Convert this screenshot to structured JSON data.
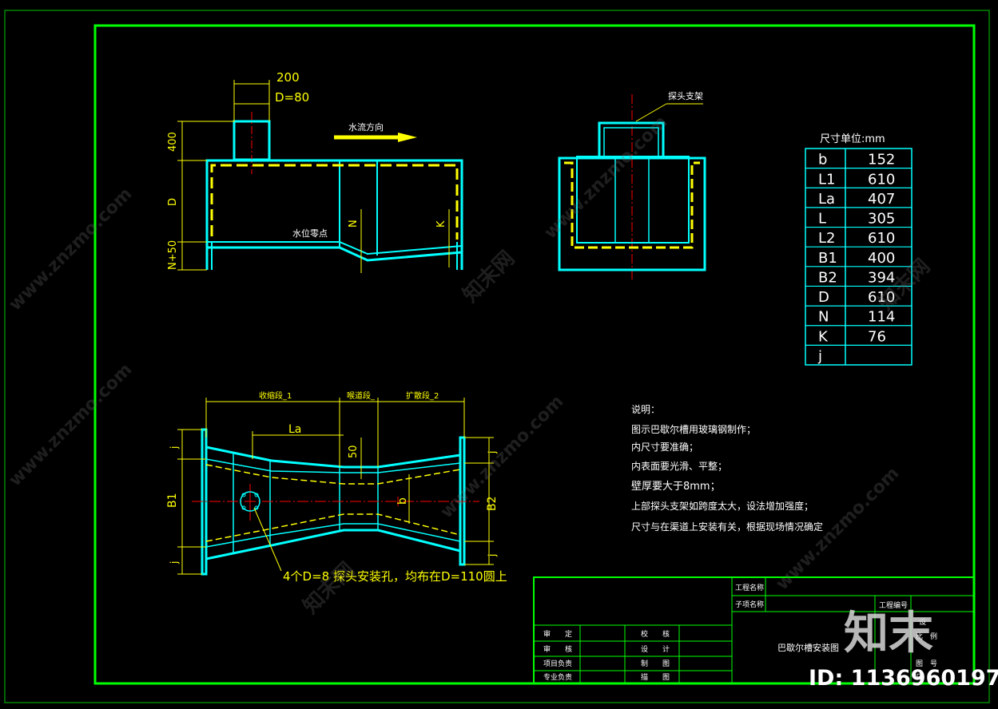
{
  "drawing": {
    "title_block": {
      "project_name_label": "工程名称",
      "subproject_name_label": "子项名称",
      "project_no_label": "工程编号",
      "drawing_title": "巴歇尔槽安装图",
      "approve_label": "审　　定",
      "check_label": "审　　核",
      "project_lead_label": "项目负责",
      "discipline_lead_label": "专业负责",
      "proofread_label": "校　　核",
      "design_label": "设　　计",
      "draft_label": "制　　图",
      "drawing_label": "描　　图",
      "right_col_1": "设",
      "right_col_2": "比　例",
      "right_col_3": "图　号",
      "right_col_4": "日"
    },
    "side_view": {
      "dim_200": "200",
      "dim_d80": "D=80",
      "dim_400": "400",
      "dim_D": "D",
      "dim_n50": "N+50",
      "flow_direction": "水流方向",
      "water_zero": "水位零点",
      "label_N": "N",
      "label_K": "K"
    },
    "end_view": {
      "probe_bracket": "探头支架"
    },
    "plan_view": {
      "dim_contract": "收缩段_1",
      "dim_throat": "喉道段_",
      "dim_expand": "扩散段_2",
      "dim_La": "La",
      "dim_50": "50",
      "dim_b": "b",
      "dim_B1": "B1",
      "dim_B2": "B2",
      "dim_j_left_top": "j",
      "dim_j_left_bottom": "j",
      "dim_j_right_top": "j",
      "dim_j_right_bottom": "j",
      "hole_note": "4个D=8 探头安装孔，均布在D=110圆上"
    },
    "dimension_table": {
      "header": "尺寸单位:mm",
      "rows": [
        {
          "k": "b",
          "v": "152"
        },
        {
          "k": "L1",
          "v": "610"
        },
        {
          "k": "La",
          "v": "407"
        },
        {
          "k": "L",
          "v": "305"
        },
        {
          "k": "L2",
          "v": "610"
        },
        {
          "k": "B1",
          "v": "400"
        },
        {
          "k": "B2",
          "v": "394"
        },
        {
          "k": "D",
          "v": "610"
        },
        {
          "k": "N",
          "v": "114"
        },
        {
          "k": "K",
          "v": "76"
        },
        {
          "k": "j",
          "v": ""
        }
      ]
    },
    "notes": {
      "heading": "说明：",
      "lines": [
        "图示巴歇尔槽用玻璃钢制作；",
        "内尺寸要准确；",
        "内表面要光滑、平整；",
        "壁厚要大于8mm；",
        "上部探头支架如跨度太大，设法增加强度；",
        "尺寸与在渠道上安装有关，根据现场情况确定"
      ]
    },
    "watermark": {
      "brand_cn": "知末",
      "site": "www.znzmo.com",
      "mark": "知末网",
      "id_text": "ID: 1136960197"
    },
    "colors": {
      "frame": "#00ff00",
      "outline": "#00ffff",
      "hidden": "#ffff00",
      "center": "#ff0000",
      "table": "#00ffff",
      "background": "#000000"
    }
  }
}
